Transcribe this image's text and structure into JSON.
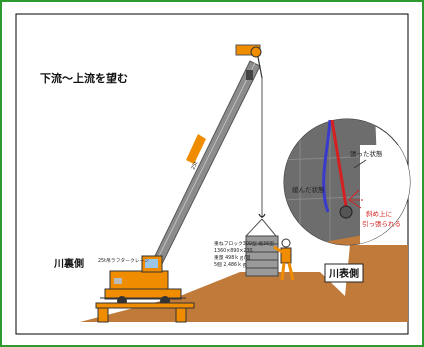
{
  "diagram": {
    "title": "下流～上流を望む",
    "crane_label": "25t吊ラフタークレーン",
    "block_info": {
      "line1": "重ねブロック300型 縦36型",
      "line2": "1360×890×230",
      "line3": "重量 498ｋｇ/個",
      "line4": "5個 2,486ｋｇ"
    },
    "left_side_label": "川裏側",
    "right_side_label": "川表側",
    "inset": {
      "taut_label": "張った状態",
      "slack_label": "緩んだ状態",
      "pull_label_line1": "斜め上に",
      "pull_label_line2": "引っ張られる"
    }
  },
  "colors": {
    "frame_green": "#2e9a2e",
    "crane_orange": "#f08c00",
    "boom_gray": "#8c8c8c",
    "soil_brown": "#c07a3a",
    "wall_gray": "#6d6d6d",
    "annotation_red": "#d42020",
    "rope_blue": "#3a3acc"
  }
}
